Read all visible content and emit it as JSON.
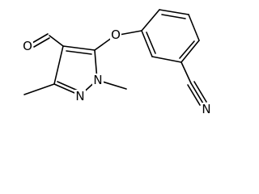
{
  "molecule": {
    "atom_labels": {
      "carbonyl_oxygen": "O",
      "ether_oxygen": "O",
      "ring_nitrogen_n1": "N",
      "ring_nitrogen_n2": "N",
      "nitrile_nitrogen": "N"
    }
  }
}
